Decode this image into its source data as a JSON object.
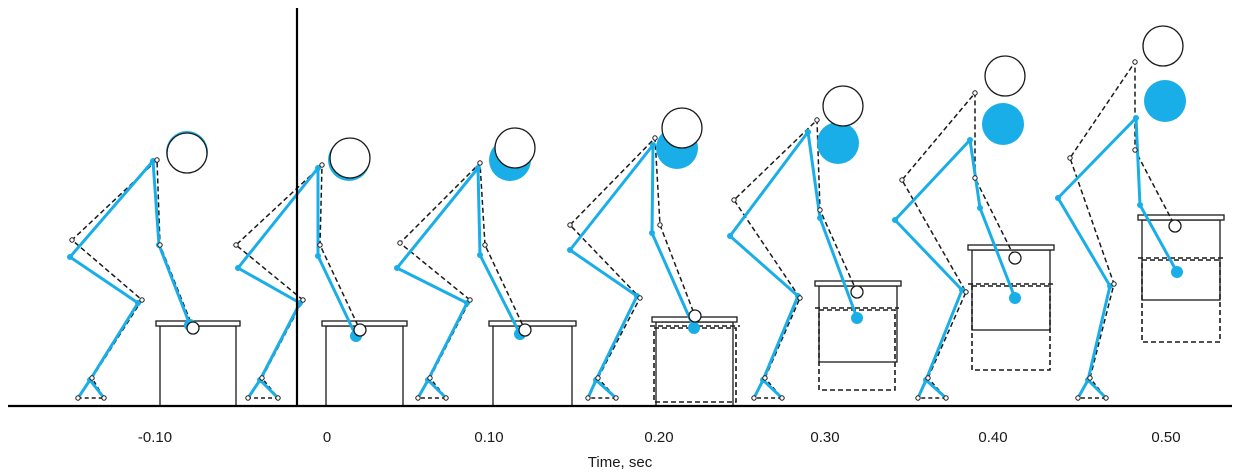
{
  "figure": {
    "x_axis_title": "Time, sec",
    "colors": {
      "model_segments": "#1aaee8",
      "measured_segments": "#1a1a1a",
      "box_outline": "#1a1a1a",
      "ground": "#000000",
      "background": "#ffffff"
    },
    "line_styles": {
      "model": "solid",
      "measured": "dashed"
    },
    "time_labels": [
      "-0.10",
      "0",
      "0.10",
      "0.20",
      "0.30",
      "0.40",
      "0.50"
    ]
  }
}
